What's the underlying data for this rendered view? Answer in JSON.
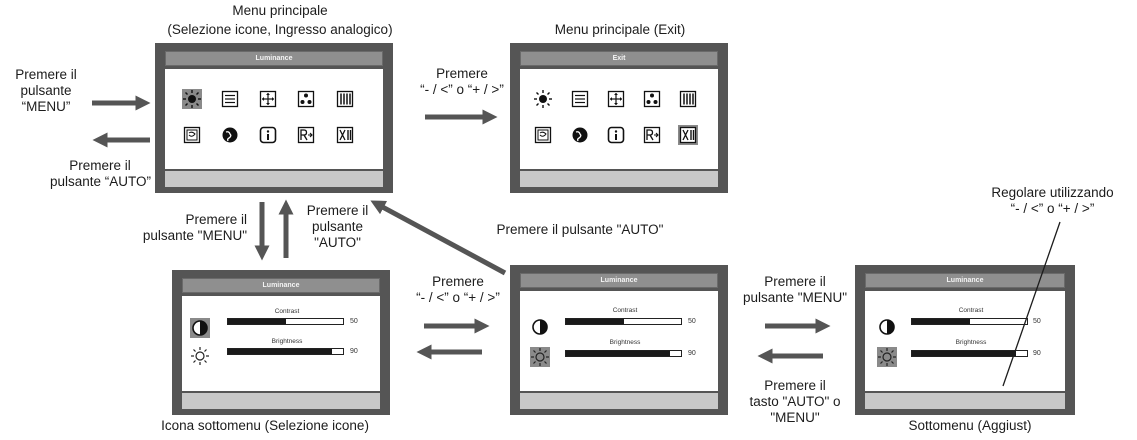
{
  "screen_titles": {
    "main": "Luminance",
    "exit": "Exit",
    "sub_icon": "Luminance",
    "sub_center": "Luminance",
    "sub_adjust": "Luminance"
  },
  "submenu": {
    "contrast_label": "Contrast",
    "brightness_label": "Brightness",
    "contrast_value": "50",
    "brightness_value": "90",
    "contrast_level": 0.5,
    "brightness_level": 0.9
  },
  "labels": {
    "main_menu_title_1": "Menu principale",
    "main_menu_title_2": "(Selezione icone, Ingresso analogico)",
    "exit_menu_title": "Menu principale (Exit)",
    "press_menu_1": "Premere il",
    "press_menu_2": "pulsante",
    "press_menu_3": "“MENU”",
    "press_auto_1": "Premere il",
    "press_auto_2": "pulsante “AUTO”",
    "press_lr_top_1": "Premere",
    "press_lr_top_2": "“- / <” o “+ / >”",
    "vert_menu_1": "Premere il",
    "vert_menu_2": "pulsante \"MENU\"",
    "vert_auto_1": "Premere il",
    "vert_auto_2": "pulsante",
    "vert_auto_3": "\"AUTO\"",
    "diag_auto": "Premere il pulsante \"AUTO\"",
    "press_lr_mid_1": "Premere",
    "press_lr_mid_2": "“- / <” o “+ / >”",
    "right_menu_1": "Premere il",
    "right_menu_2": "pulsante \"MENU\"",
    "right_auto_1": "Premere il",
    "right_auto_2": "tasto \"AUTO\" o",
    "right_auto_3": "\"MENU\"",
    "adjust_1": "Regolare utilizzando",
    "adjust_2": "“- / <” o “+ / >”",
    "sub_icon_caption": "Icona sottomenu (Selezione icone)",
    "sub_adjust_caption": "Sottomenu (Aggiust)"
  },
  "icons": {
    "row1": [
      "sun-icon",
      "list-icon",
      "position-icon",
      "dots-icon",
      "bars-icon"
    ],
    "row2": [
      "osd-icon",
      "globe-icon",
      "info-icon",
      "reset-icon",
      "exit-icon"
    ]
  },
  "colors": {
    "bezel": "#555555",
    "selected": "#8a8a8a",
    "arrow": "#555555"
  }
}
